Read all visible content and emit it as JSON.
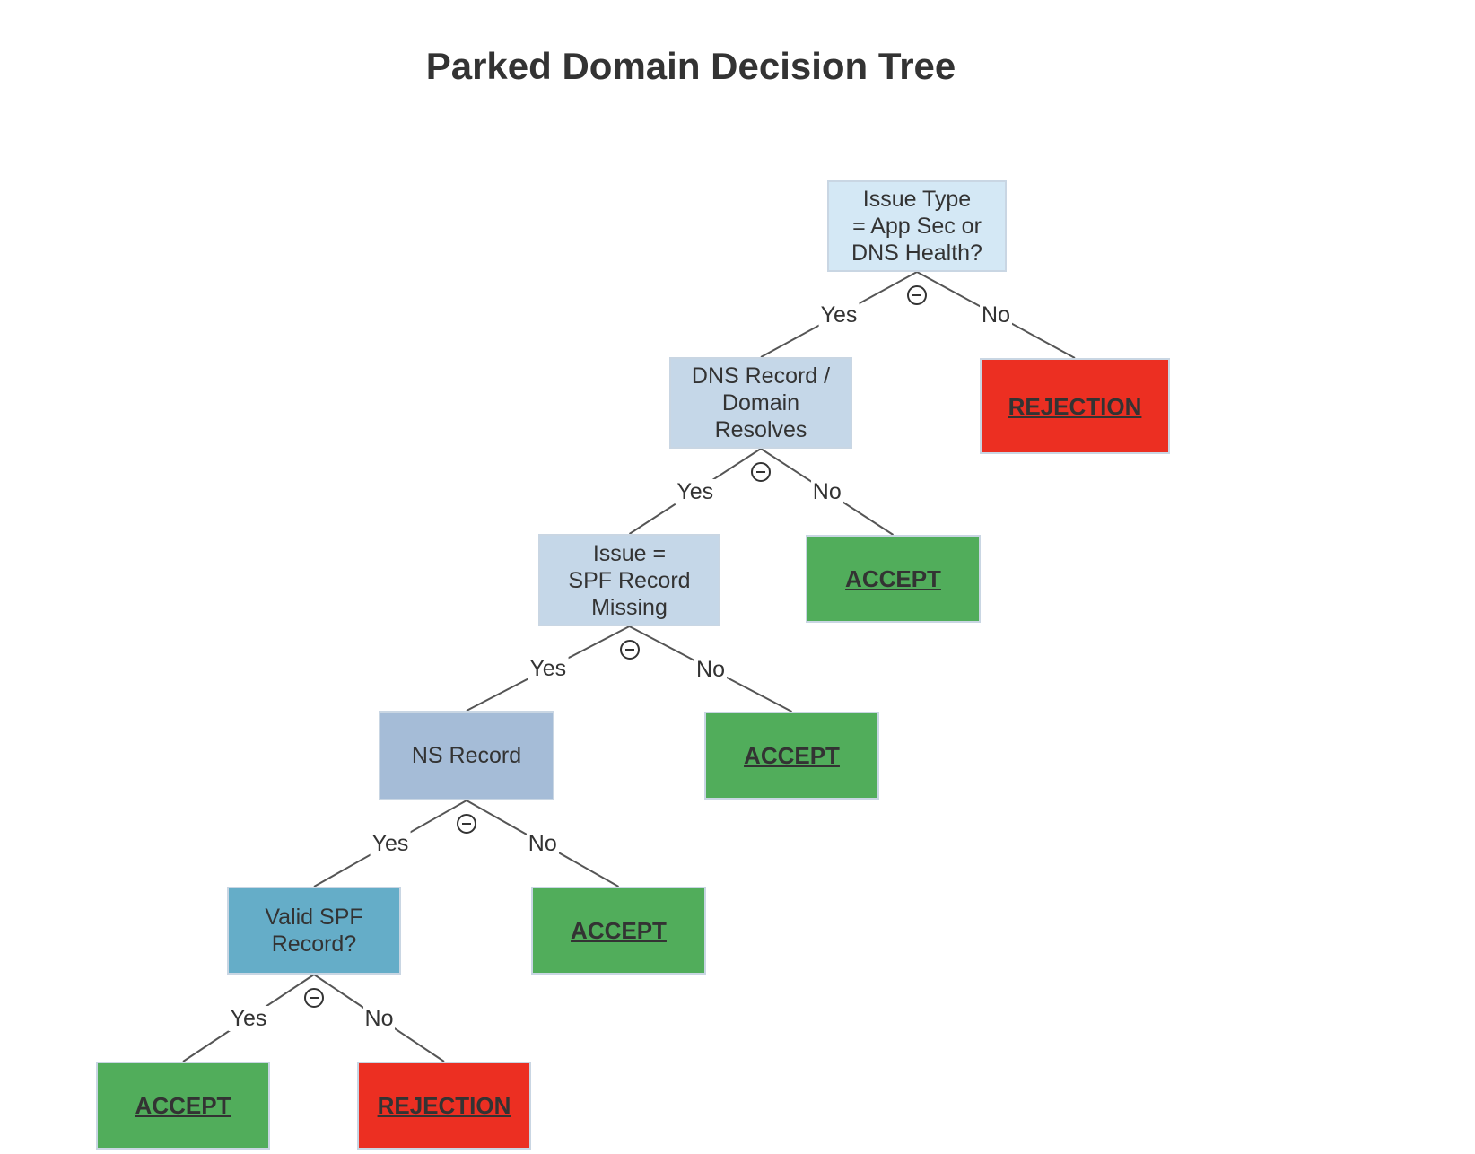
{
  "title": "Parked Domain Decision Tree",
  "colors": {
    "level_1": "#d4e8f5",
    "level_2": "#c5d7e8",
    "level_3": "#c5d7e8",
    "level_4": "#a5bcd7",
    "level_5": "#65adc8",
    "accept": "#51ad5b",
    "rejection": "#ec2f22",
    "edge": "#555555"
  },
  "toggle_icon": "minus-circle-icon",
  "nodes": [
    {
      "id": "n1",
      "label": "Issue Type\n= App Sec or\nDNS Health?",
      "kind": "decision",
      "color": "#d4e8f5"
    },
    {
      "id": "n2",
      "label": "DNS Record /\nDomain\nResolves",
      "kind": "decision",
      "color": "#c5d7e8"
    },
    {
      "id": "r1",
      "label": "REJECTION",
      "kind": "rejection",
      "color": "#ec2f22"
    },
    {
      "id": "n3",
      "label": "Issue =\nSPF Record\nMissing",
      "kind": "decision",
      "color": "#c5d7e8"
    },
    {
      "id": "a1",
      "label": "ACCEPT",
      "kind": "accept",
      "color": "#51ad5b"
    },
    {
      "id": "n4",
      "label": "NS Record",
      "kind": "decision",
      "color": "#a5bcd7"
    },
    {
      "id": "a2",
      "label": "ACCEPT",
      "kind": "accept",
      "color": "#51ad5b"
    },
    {
      "id": "n5",
      "label": "Valid SPF\nRecord?",
      "kind": "decision",
      "color": "#65adc8"
    },
    {
      "id": "a3",
      "label": "ACCEPT",
      "kind": "accept",
      "color": "#51ad5b"
    },
    {
      "id": "a4",
      "label": "ACCEPT",
      "kind": "accept",
      "color": "#51ad5b"
    },
    {
      "id": "r2",
      "label": "REJECTION",
      "kind": "rejection",
      "color": "#ec2f22"
    }
  ],
  "edges": [
    {
      "from": "n1",
      "to": "n2",
      "label": "Yes"
    },
    {
      "from": "n1",
      "to": "r1",
      "label": "No"
    },
    {
      "from": "n2",
      "to": "n3",
      "label": "Yes"
    },
    {
      "from": "n2",
      "to": "a1",
      "label": "No"
    },
    {
      "from": "n3",
      "to": "n4",
      "label": "Yes"
    },
    {
      "from": "n3",
      "to": "a2",
      "label": "No"
    },
    {
      "from": "n4",
      "to": "n5",
      "label": "Yes"
    },
    {
      "from": "n4",
      "to": "a3",
      "label": "No"
    },
    {
      "from": "n5",
      "to": "a4",
      "label": "Yes"
    },
    {
      "from": "n5",
      "to": "r2",
      "label": "No"
    }
  ]
}
